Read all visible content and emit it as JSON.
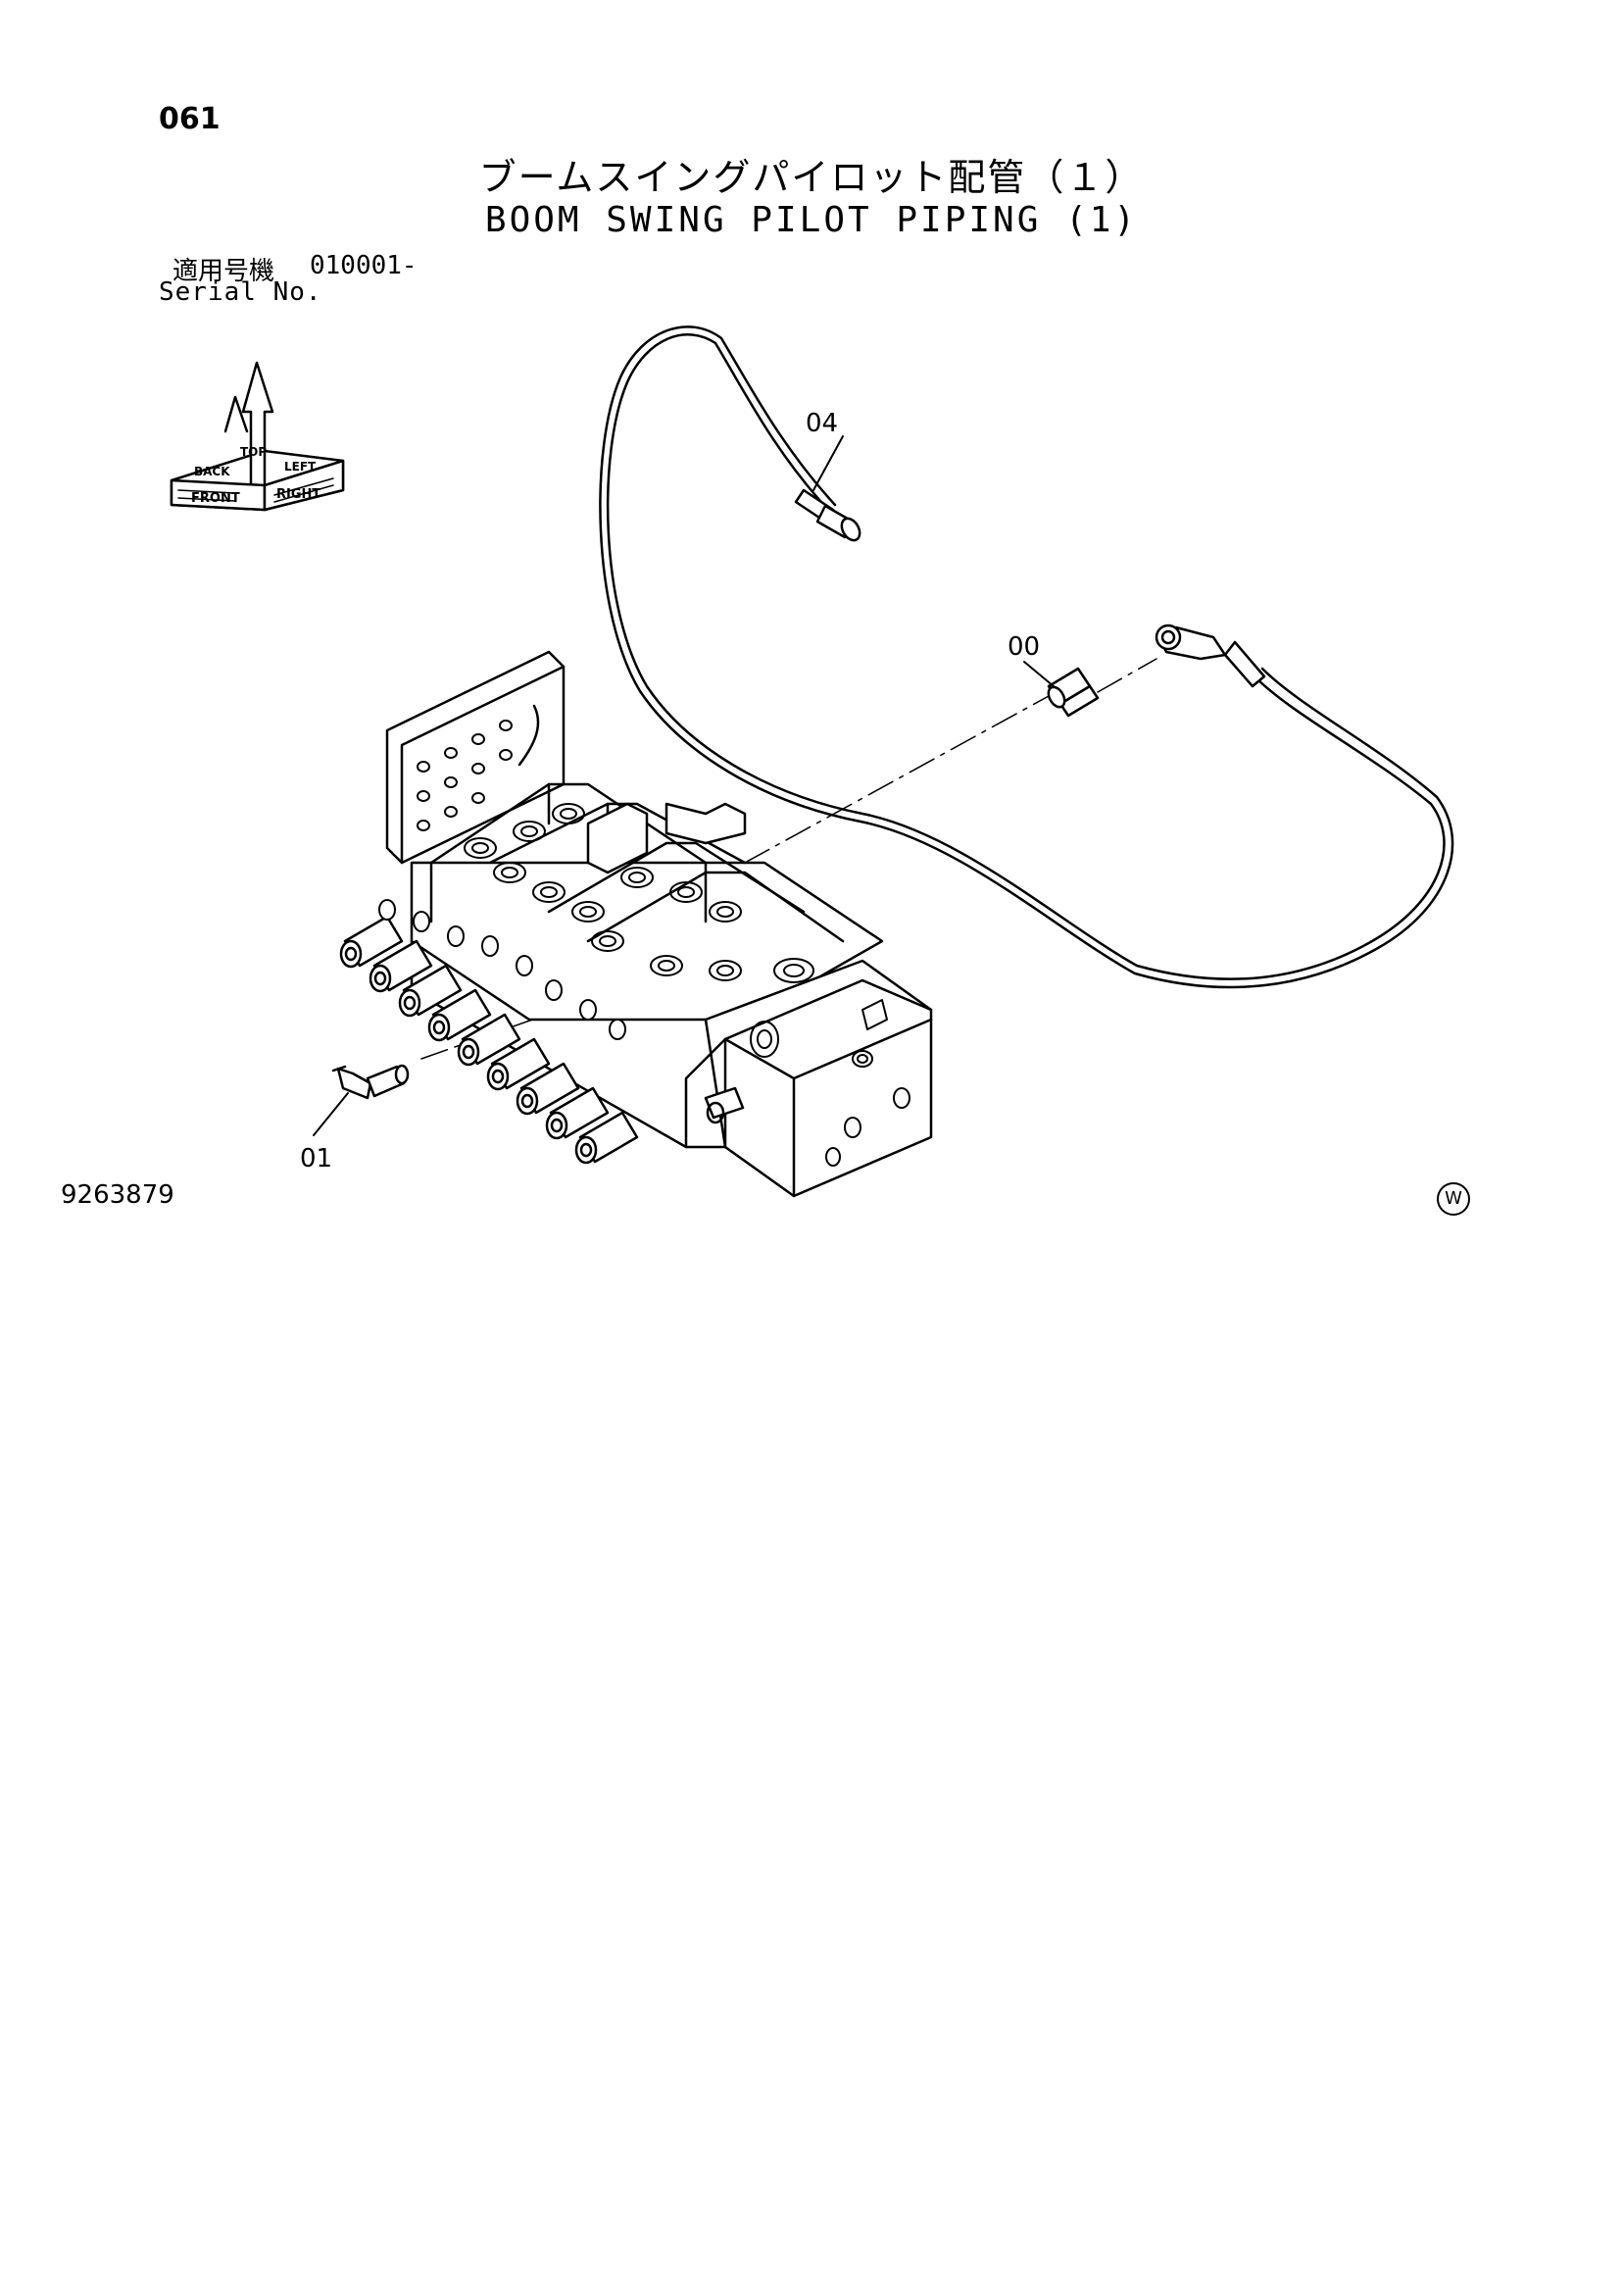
{
  "header": {
    "page_number": "061",
    "title_jp": "ブームスイングパイロット配管（１）",
    "title_en": "BOOM SWING PILOT PIPING (1)",
    "serial_label_jp": "適用号機",
    "serial_value": "010001-",
    "serial_label_en": "Serial No."
  },
  "orientation": {
    "labels": [
      "TOP",
      "FRONT",
      "RIGHT",
      "BACK",
      "LEFT"
    ]
  },
  "callouts": [
    "04",
    "00",
    "01"
  ],
  "footer": {
    "drawing_number": "9263879",
    "mark": "W"
  }
}
